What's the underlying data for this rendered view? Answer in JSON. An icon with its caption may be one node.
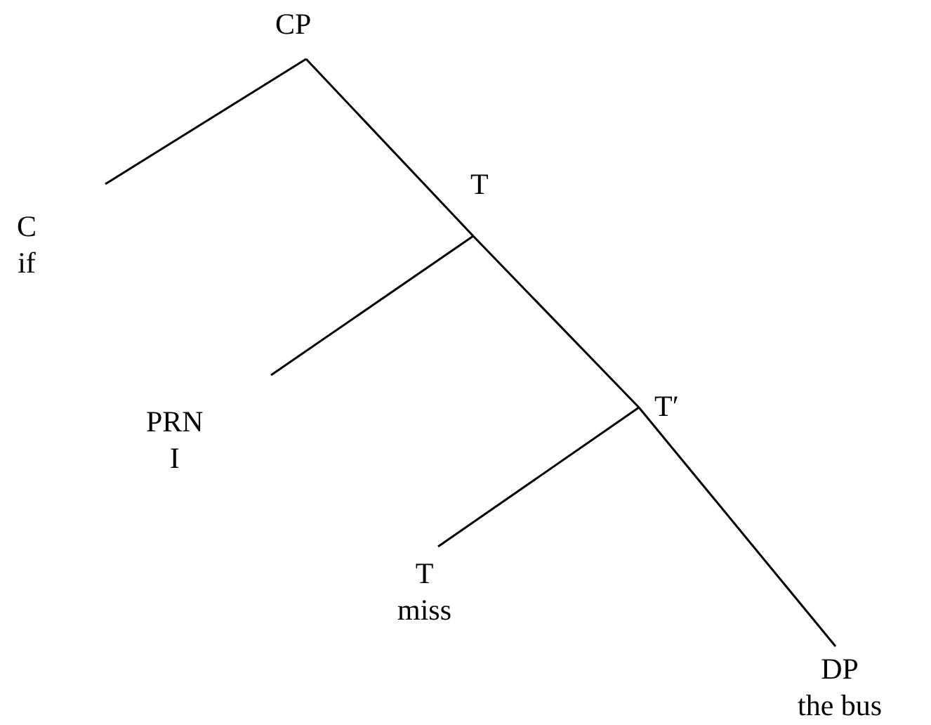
{
  "diagram": {
    "nodes": [
      {
        "text": [
          "CP"
        ]
      },
      {
        "text": [
          "C",
          "if"
        ]
      },
      {
        "text": [
          "T"
        ]
      },
      {
        "text": [
          "PRN",
          "I"
        ]
      },
      {
        "text": [
          "T′"
        ]
      },
      {
        "text": [
          "T",
          "miss"
        ]
      },
      {
        "text": [
          "DP",
          "the bus"
        ]
      }
    ],
    "edges": [
      {
        "from": 0,
        "to": 1,
        "arrow": "none"
      },
      {
        "from": 0,
        "to": 2,
        "arrow": "none"
      },
      {
        "from": 2,
        "to": 3,
        "arrow": "none"
      },
      {
        "from": 2,
        "to": 4,
        "arrow": "none"
      },
      {
        "from": 4,
        "to": 5,
        "arrow": "none"
      },
      {
        "from": 4,
        "to": 6,
        "arrow": "none"
      }
    ]
  }
}
